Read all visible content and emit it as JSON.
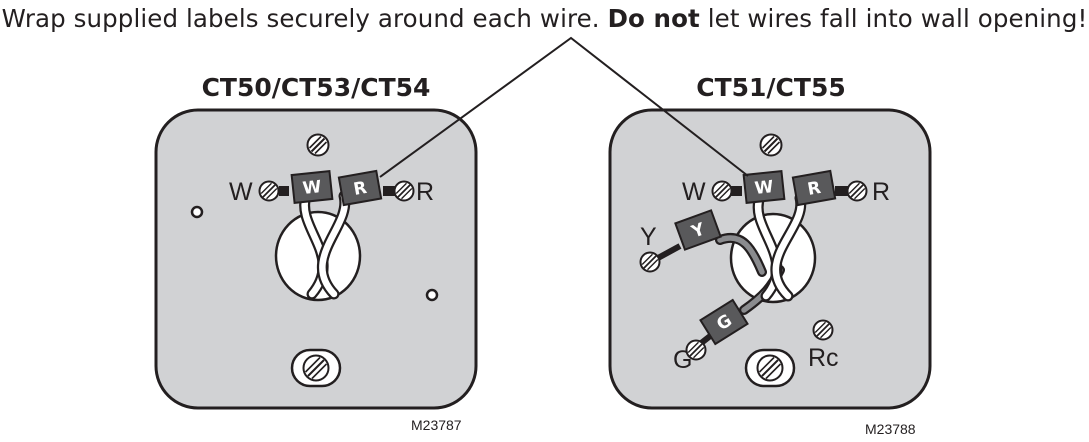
{
  "instruction": {
    "before": "Wrap supplied labels securely around each wire. ",
    "emphasis": "Do not",
    "after": " let wires fall into wall opening!"
  },
  "left_plate": {
    "title": "CT50/CT53/CT54",
    "terminals": {
      "w": "W",
      "r": "R"
    },
    "wire_tags": {
      "w": "W",
      "r": "R"
    },
    "figure_number": "M23787"
  },
  "right_plate": {
    "title": "CT51/CT55",
    "terminals": {
      "w": "W",
      "r": "R",
      "y": "Y",
      "g": "G",
      "rc": "Rc"
    },
    "wire_tags": {
      "w": "W",
      "r": "R",
      "y": "Y",
      "g": "G"
    },
    "figure_number": "M23788"
  },
  "colors": {
    "plate_fill": "#d1d2d4",
    "outline": "#231f20",
    "label_tag": "#59595b",
    "wire_dark": "#8a8b8e"
  }
}
